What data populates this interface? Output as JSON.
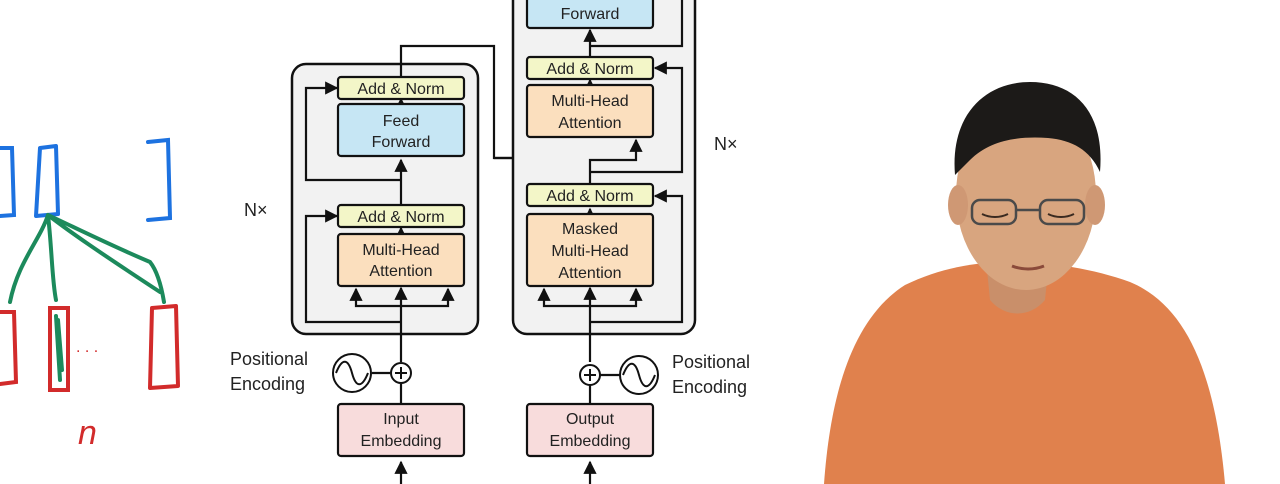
{
  "encoder": {
    "repeat_label": "N×",
    "add_norm_top": "Add & Norm",
    "feed_forward": [
      "Feed",
      "Forward"
    ],
    "add_norm_bottom": "Add & Norm",
    "attention": [
      "Multi-Head",
      "Attention"
    ],
    "positional_encoding": [
      "Positional",
      "Encoding"
    ],
    "embedding": [
      "Input",
      "Embedding"
    ]
  },
  "decoder": {
    "repeat_label": "N×",
    "feed_forward_partial": "Forward",
    "add_norm_top": "Add & Norm",
    "cross_attention": [
      "Multi-Head",
      "Attention"
    ],
    "add_norm_bottom": "Add & Norm",
    "masked_attention": [
      "Masked",
      "Multi-Head",
      "Attention"
    ],
    "positional_encoding": [
      "Positional",
      "Encoding"
    ],
    "embedding": [
      "Output",
      "Embedding"
    ]
  },
  "sketch": {
    "dots": ". . .",
    "handwritten_label": "n"
  },
  "colors": {
    "add_norm": "#f3f6c8",
    "feed_forward": "#c6e6f4",
    "attention": "#fbdfbe",
    "embedding": "#f8dcdc",
    "block_bg": "#f2f2f2",
    "sketch_blue": "#1d72e0",
    "sketch_green": "#1c8a5c",
    "sketch_red": "#d22b2b",
    "shirt": "#e0814d",
    "hair": "#1c1a18",
    "skin": "#d8a57f"
  }
}
